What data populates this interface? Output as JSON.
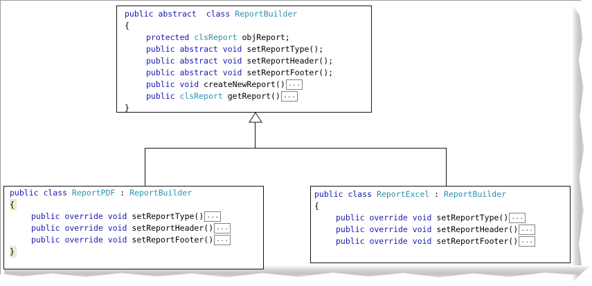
{
  "base_class": {
    "header_mod": "public abstract",
    "header_kw": "class",
    "name": "ReportBuilder",
    "open_brace": "{",
    "close_brace": "}",
    "members": [
      {
        "kw": "protected",
        "type": "clsReport",
        "rest": "objReport;",
        "collapsed": ""
      },
      {
        "kw": "public abstract void",
        "type": "",
        "rest": "setReportType();",
        "collapsed": ""
      },
      {
        "kw": "public abstract void",
        "type": "",
        "rest": "setReportHeader();",
        "collapsed": ""
      },
      {
        "kw": "public abstract void",
        "type": "",
        "rest": "setReportFooter();",
        "collapsed": ""
      },
      {
        "kw": "public void",
        "type": "",
        "rest": "createNewReport()",
        "collapsed": "..."
      },
      {
        "kw": "public",
        "type": "clsReport",
        "rest": "getReport()",
        "collapsed": "..."
      }
    ]
  },
  "derived_classes": [
    {
      "header_kw": "public class",
      "name": "ReportPDF",
      "sep": ":",
      "base": "ReportBuilder",
      "open_brace": "{",
      "close_brace": "}",
      "members": [
        {
          "kw": "public override void",
          "rest": "setReportType()",
          "collapsed": "..."
        },
        {
          "kw": "public override void",
          "rest": "setReportHeader()",
          "collapsed": "..."
        },
        {
          "kw": "public override void",
          "rest": "setReportFooter()",
          "collapsed": "..."
        }
      ]
    },
    {
      "header_kw": "public class",
      "name": "ReportExcel",
      "sep": ":",
      "base": "ReportBuilder",
      "open_brace": "{",
      "close_brace": "}",
      "members": [
        {
          "kw": "public override void",
          "rest": "setReportType()",
          "collapsed": "..."
        },
        {
          "kw": "public override void",
          "rest": "setReportHeader()",
          "collapsed": "..."
        },
        {
          "kw": "public override void",
          "rest": "setReportFooter()",
          "collapsed": "..."
        }
      ]
    }
  ],
  "colors": {
    "keyword": "#1818b0",
    "type": "#2b91af",
    "text": "#000000",
    "brace_highlight": "#ececcf"
  }
}
